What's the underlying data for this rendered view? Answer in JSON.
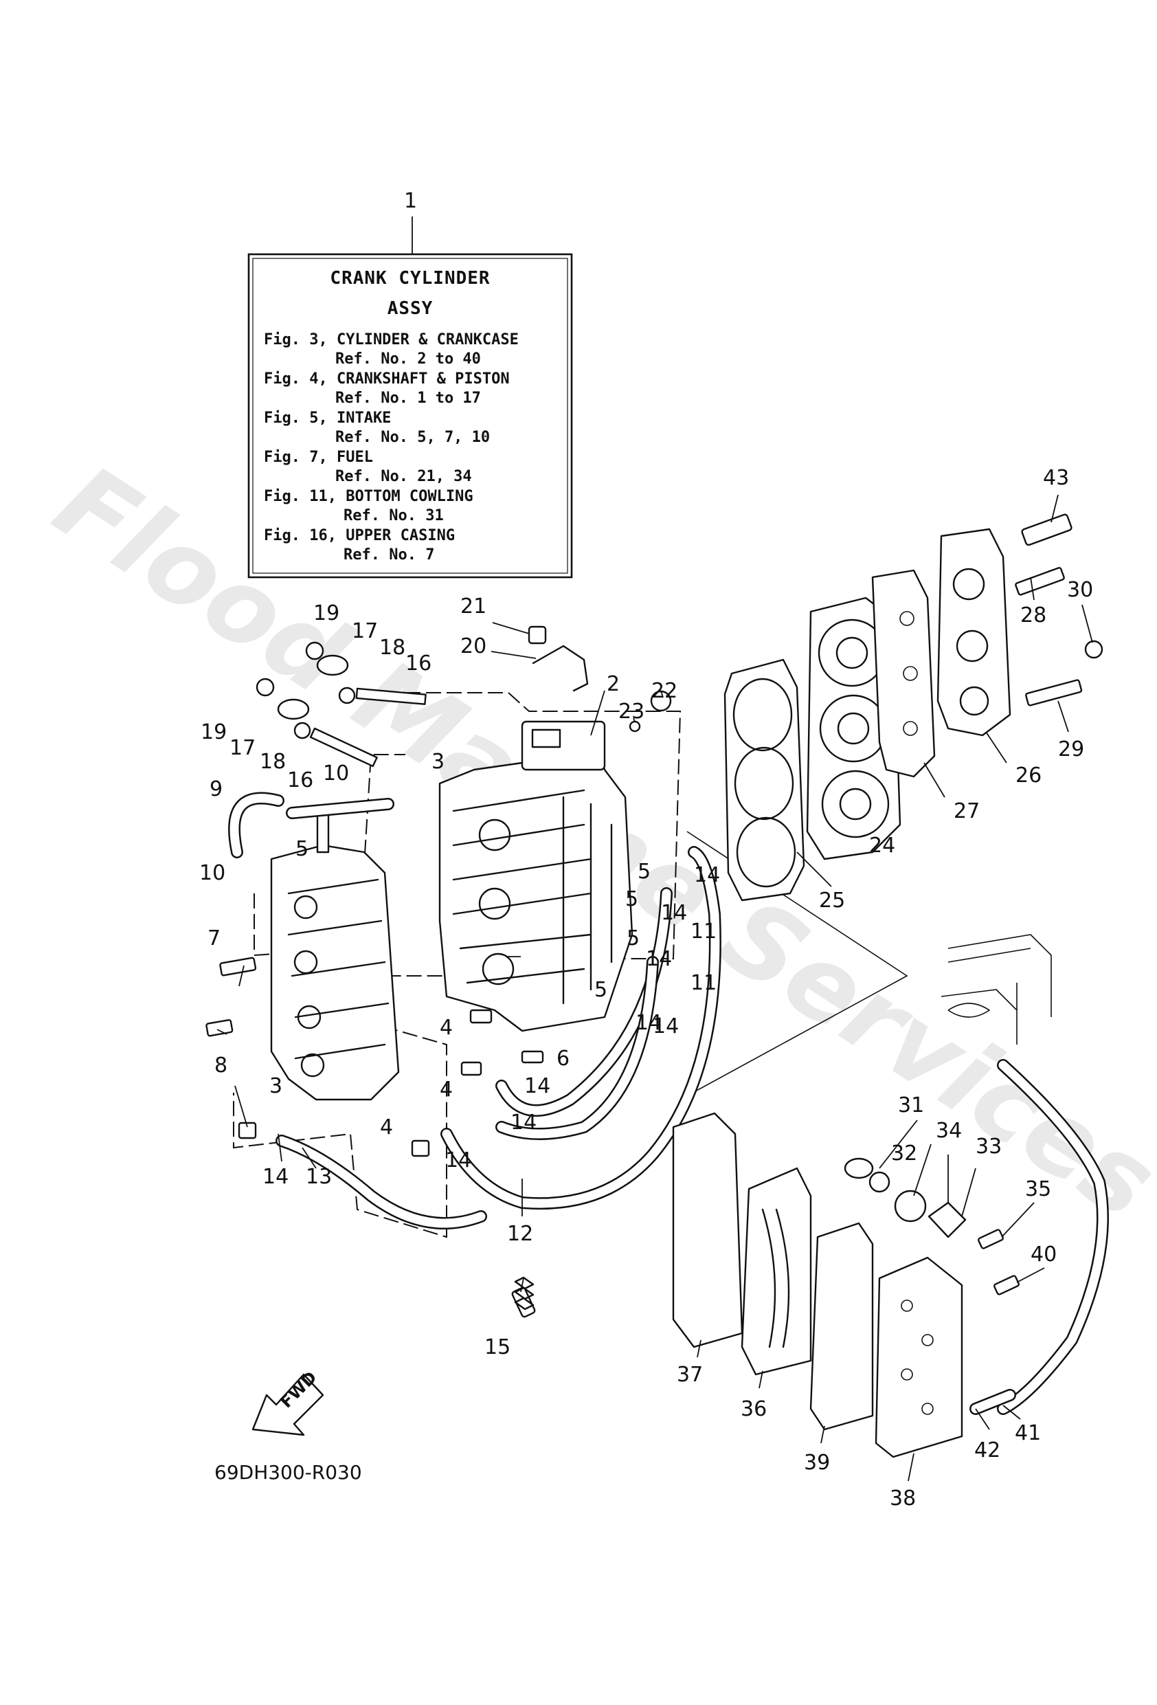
{
  "watermark": "Flood Marine Services",
  "info_box": {
    "callout": "1",
    "title_line1": "CRANK CYLINDER",
    "title_line2": "ASSY",
    "lines": [
      "Fig. 3, CYLINDER & CRANKCASE",
      "Ref. No. 2 to 40",
      "Fig. 4, CRANKSHAFT & PISTON",
      "Ref. No. 1 to 17",
      "Fig. 5, INTAKE",
      "Ref. No. 5, 7, 10",
      "Fig. 7, FUEL",
      "Ref. No. 21, 34",
      "Fig. 11, BOTTOM COWLING",
      "Ref. No. 31",
      "Fig. 16, UPPER CASING",
      "Ref. No. 7"
    ]
  },
  "callouts": [
    "43",
    "28",
    "30",
    "29",
    "26",
    "27",
    "24",
    "25",
    "21",
    "20",
    "2",
    "23",
    "22",
    "19",
    "17",
    "18",
    "16",
    "19",
    "17",
    "18",
    "16",
    "3",
    "10",
    "9",
    "10",
    "5",
    "5",
    "14",
    "5",
    "14",
    "5",
    "14",
    "11",
    "5",
    "14",
    "11",
    "7",
    "4",
    "14",
    "8",
    "4",
    "6",
    "14",
    "3",
    "4",
    "14",
    "14",
    "14",
    "13",
    "12",
    "15",
    "31",
    "32",
    "34",
    "33",
    "35",
    "40",
    "37",
    "36",
    "39",
    "38",
    "42",
    "41"
  ],
  "fwd_label": "FWD",
  "diagram_code": "69DH300-R030"
}
